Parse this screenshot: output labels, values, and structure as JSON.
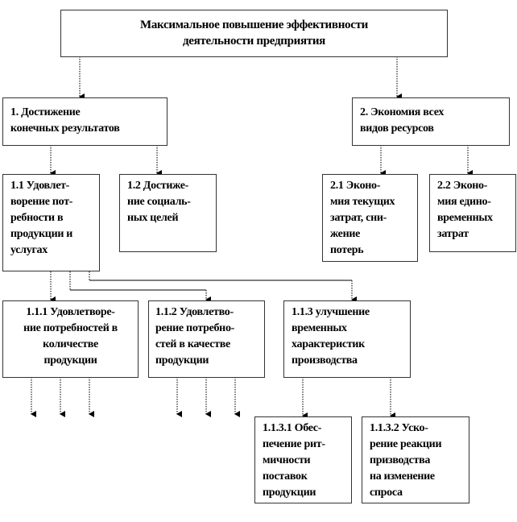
{
  "nodes": {
    "root": {
      "lines": [
        "Максимальное повышение эффективности",
        "деятельности предприятия"
      ]
    },
    "n1": {
      "lines": [
        "1. Достижение",
        "конечных результатов"
      ]
    },
    "n2": {
      "lines": [
        "2. Экономия всех",
        "видов ресурсов"
      ]
    },
    "n11": {
      "lines": [
        "1.1 Удовлет-",
        "ворение пот-",
        "ребности в",
        "продукции и",
        "услугах"
      ]
    },
    "n12": {
      "lines": [
        "1.2 Достиже-",
        "ние социаль-",
        "ных целей"
      ]
    },
    "n21": {
      "lines": [
        "2.1 Эконо-",
        "мия текущих",
        "затрат, сни-",
        "жение",
        "потерь"
      ]
    },
    "n22": {
      "lines": [
        "2.2 Эконо-",
        "мия едино-",
        "временных",
        "затрат"
      ]
    },
    "n111": {
      "lines": [
        "1.1.1 Удовлетворе-",
        "ние потребностей в",
        "количестве",
        "продукции"
      ]
    },
    "n112": {
      "lines": [
        "1.1.2 Удовлетво-",
        "рение потребно-",
        "стей в качестве",
        "продукции"
      ]
    },
    "n113": {
      "lines": [
        "1.1.3 улучшение",
        "временных",
        "характеристик",
        "производства"
      ]
    },
    "n1131": {
      "lines": [
        "1.1.3.1 Обес-",
        "печение рит-",
        "мичности",
        "поставок",
        "продукции"
      ]
    },
    "n1132": {
      "lines": [
        "1.1.3.2 Уско-",
        "рение реакции",
        "призводства",
        "на изменение",
        "спроса"
      ]
    }
  }
}
